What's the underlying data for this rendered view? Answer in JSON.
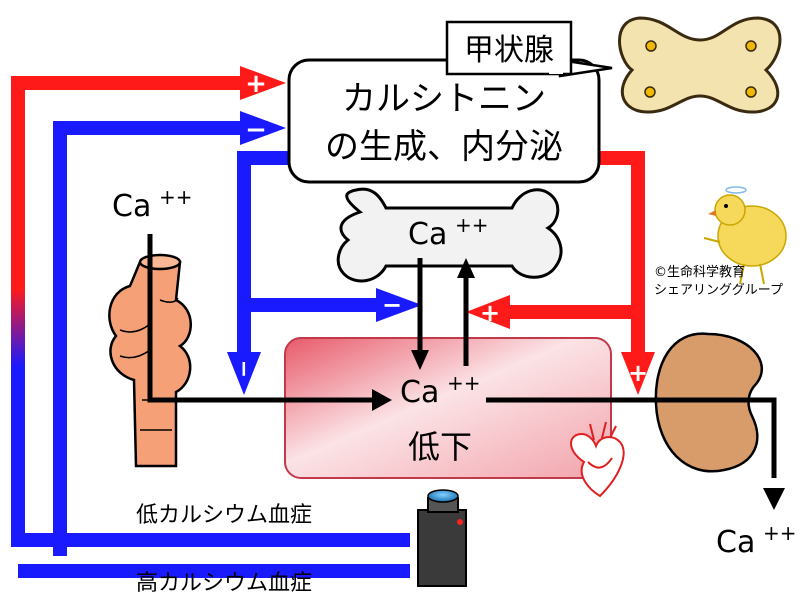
{
  "thyroid": {
    "label": "甲状腺"
  },
  "calcitonin": {
    "line1": "カルシトニン",
    "line2": "の生成、内分泌"
  },
  "bone": {
    "ion": "Ca",
    "charge": "++"
  },
  "intestine_ion": {
    "ion": "Ca",
    "charge": "++"
  },
  "blood": {
    "ion": "Ca",
    "charge": "++",
    "state": "低下"
  },
  "urine_ion": {
    "ion": "Ca",
    "charge": "++"
  },
  "signs": {
    "plus": "+",
    "minus": "−"
  },
  "credit": {
    "line1": "©生命科学教育",
    "line2": "シェアリンググループ"
  },
  "conditions": {
    "hypo": "低カルシウム血症",
    "hyper": "高カルシウム血症"
  },
  "colors": {
    "red": "#ff1a1a",
    "blue": "#1a1aff",
    "black": "#000000"
  }
}
